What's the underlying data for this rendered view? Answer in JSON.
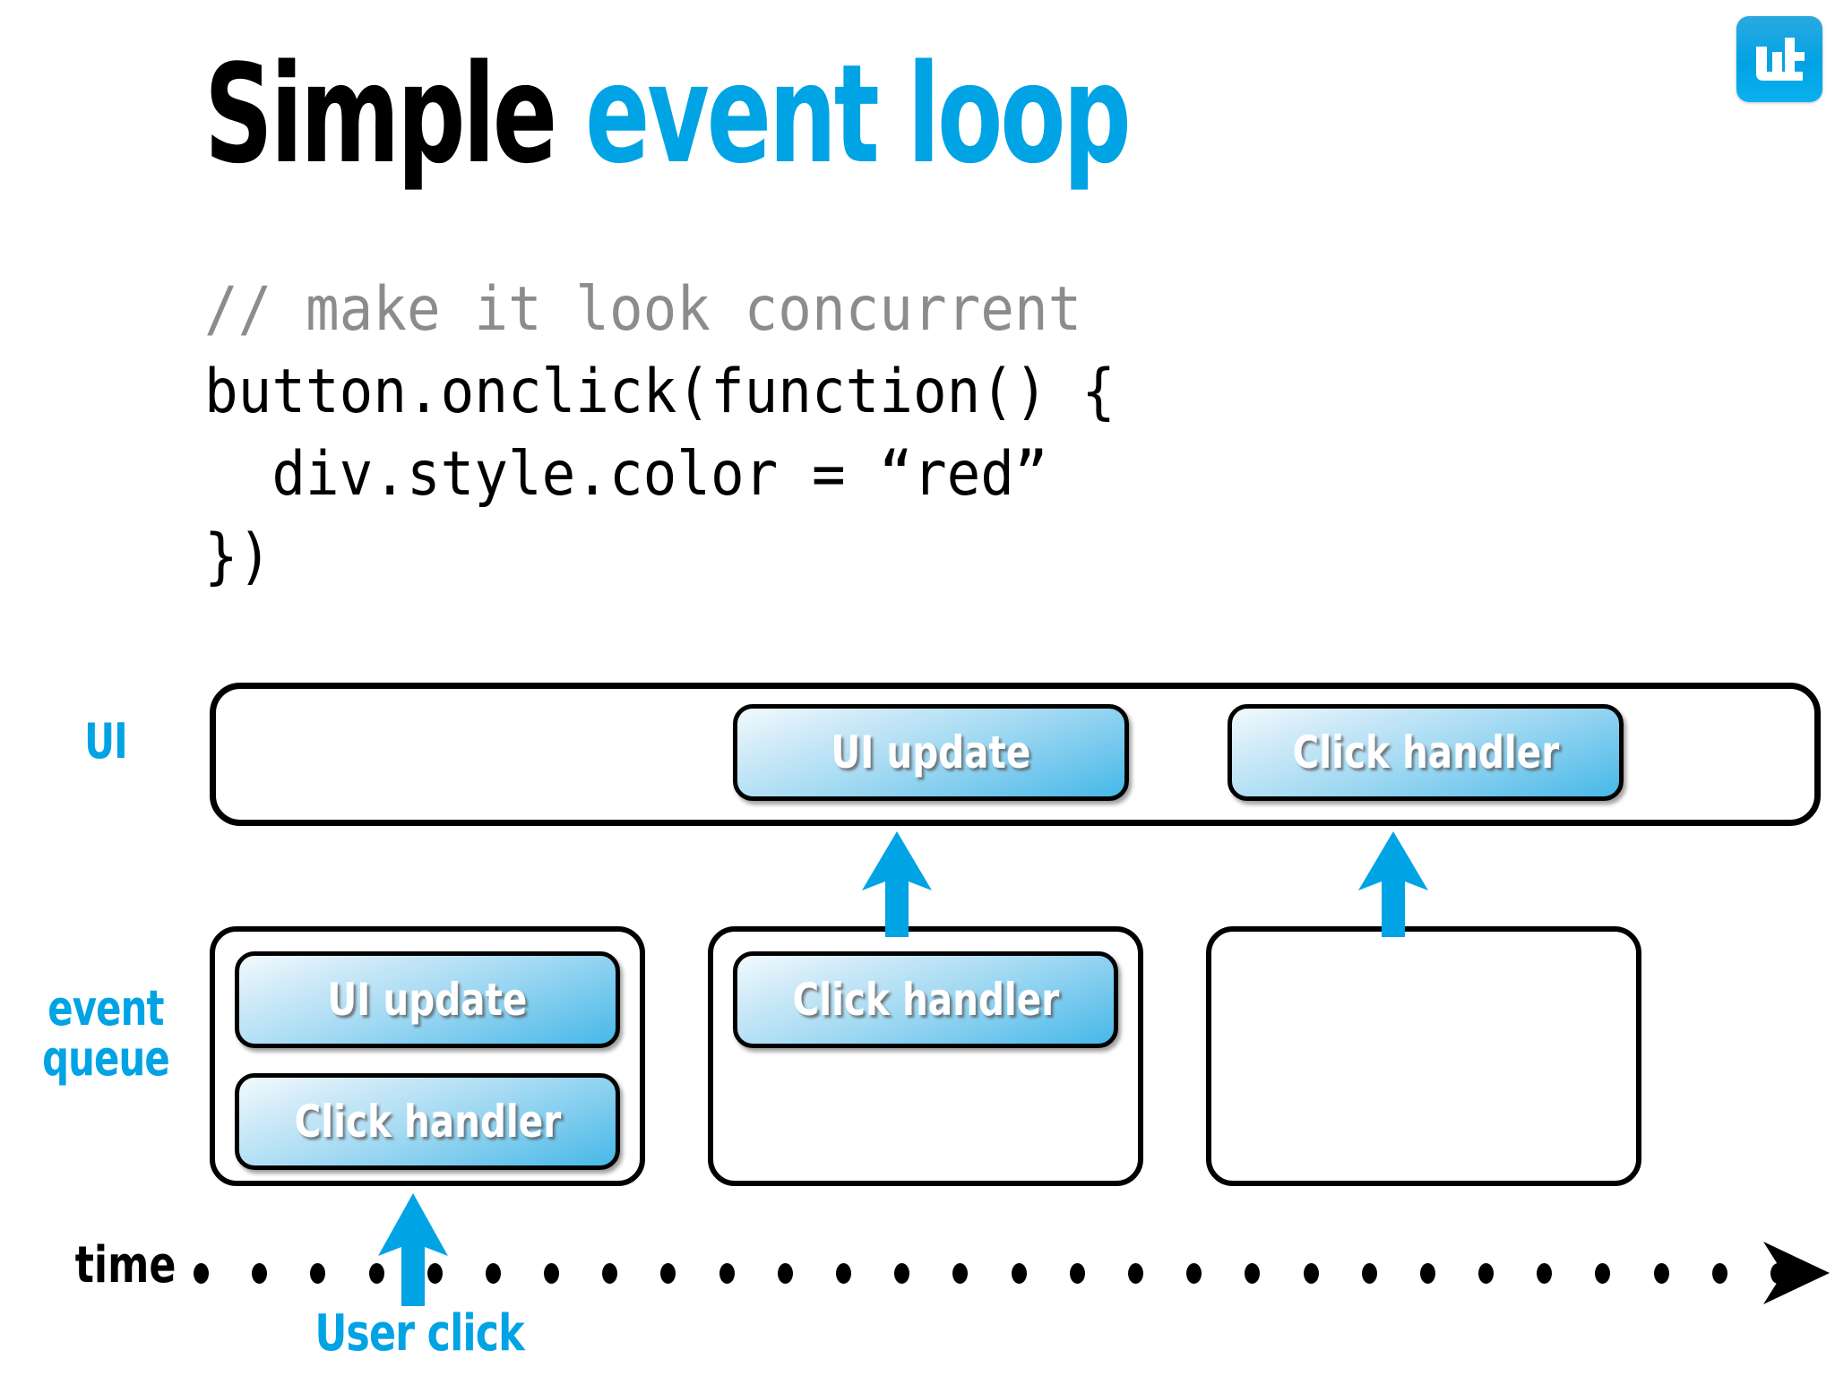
{
  "slide": {
    "title_part1": "Simple",
    "title_part2": "event loop",
    "accent_color": "#00a3e4",
    "text_color": "#000000",
    "comment_color": "#8c8c8c"
  },
  "logo": {
    "name": "wt-logo",
    "letters": "ut",
    "background_color": "#00a3e4"
  },
  "code": {
    "lines": [
      {
        "text": "// make it look concurrent",
        "style": "comment"
      },
      {
        "text": "button.onclick(function() {",
        "style": "code"
      },
      {
        "text": "  div.style.color = “red”",
        "style": "code"
      },
      {
        "text": "})",
        "style": "code"
      }
    ]
  },
  "diagram": {
    "ui": {
      "label": "UI",
      "pills": [
        {
          "label": "UI update"
        },
        {
          "label": "Click handler"
        }
      ]
    },
    "event_queue": {
      "label_line1": "event",
      "label_line2": "queue",
      "columns": [
        {
          "pills": [
            {
              "label": "UI update"
            },
            {
              "label": "Click handler"
            }
          ]
        },
        {
          "pills": [
            {
              "label": "Click handler"
            }
          ]
        },
        {
          "pills": []
        }
      ]
    },
    "timeline": {
      "label": "time",
      "dot_count": 28,
      "event_label": "User click"
    }
  }
}
